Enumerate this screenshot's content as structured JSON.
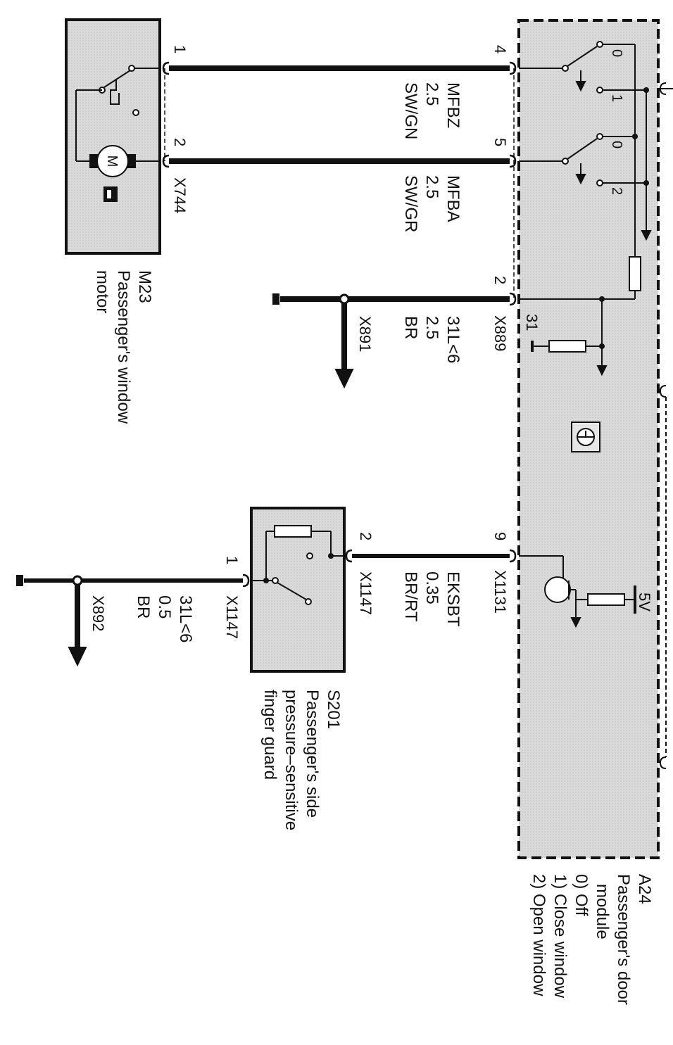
{
  "components": {
    "a24": {
      "code": "A24",
      "name_line1": "Passenger's door",
      "name_line2": "module",
      "legend": [
        "0) Off",
        "1) Close window",
        "2) Open window"
      ],
      "switch_states": {
        "off": "0",
        "close": "1",
        "open": "2"
      },
      "pins": {
        "mfbz": "4",
        "mfba": "5",
        "ground": "2",
        "eksbt": "9"
      },
      "connectors": {
        "ground": "X889",
        "eksbt": "X1131"
      },
      "ground_terminal": "31",
      "supply": "5V"
    },
    "m23": {
      "code": "M23",
      "name_line1": "Passenger's window",
      "name_line2": "motor",
      "connector": "X744",
      "pins": {
        "p1": "1",
        "p2": "2"
      },
      "motor_letter": "M"
    },
    "s201": {
      "code": "S201",
      "name_line1": "Passenger's side",
      "name_line2": "pressure–sensitive",
      "name_line3": "finger guard",
      "connector": "X1147",
      "pins": {
        "signal": "2",
        "ground": "1"
      }
    }
  },
  "wires": {
    "mfbz": {
      "signal": "MFBZ",
      "size": "2.5",
      "color": "SW/GN"
    },
    "mfba": {
      "signal": "MFBA",
      "size": "2.5",
      "color": "SW/GR"
    },
    "ground_a24": {
      "signal": "31L<6",
      "size": "2.5",
      "color": "BR",
      "connector": "X891"
    },
    "eksbt": {
      "signal": "EKSBT",
      "size": "0.35",
      "color": "BR/RT"
    },
    "ground_s201": {
      "signal": "31L<6",
      "size": "0.5",
      "color": "BR",
      "connector": "X892"
    }
  }
}
